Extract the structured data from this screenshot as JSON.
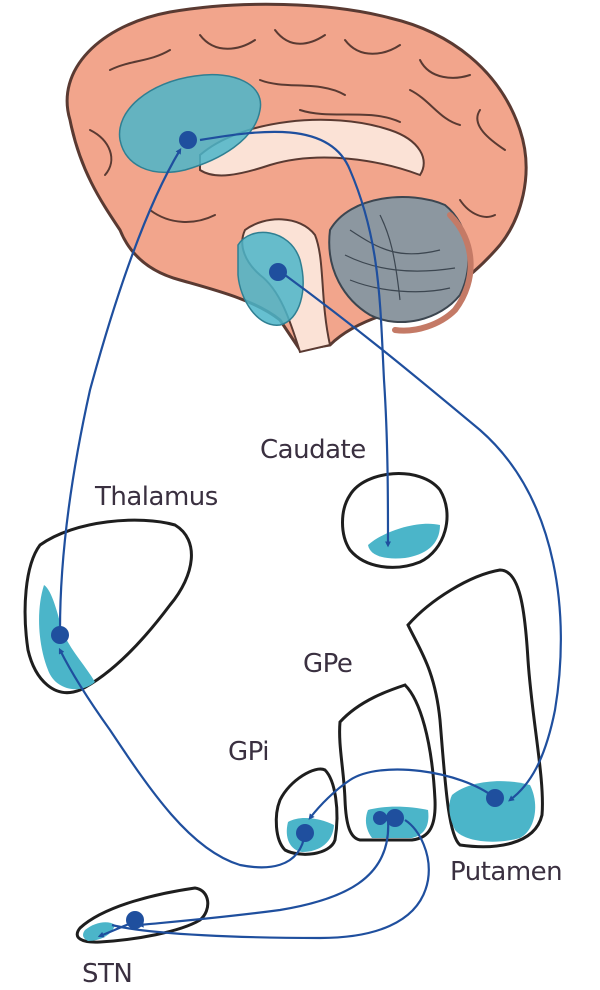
{
  "labels": {
    "caudate": "Caudate",
    "thalamus": "Thalamus",
    "gpe": "GPe",
    "gpi": "GPi",
    "putamen": "Putamen",
    "stn": "STN"
  },
  "colors": {
    "cortex": "#f2a58c",
    "cortex_line": "#5a3a32",
    "cerebellum": "#8c97a0",
    "nucleus_fill": "#4bb5c9",
    "pathway": "#1f4f9e",
    "outline": "#1e1e1e"
  }
}
